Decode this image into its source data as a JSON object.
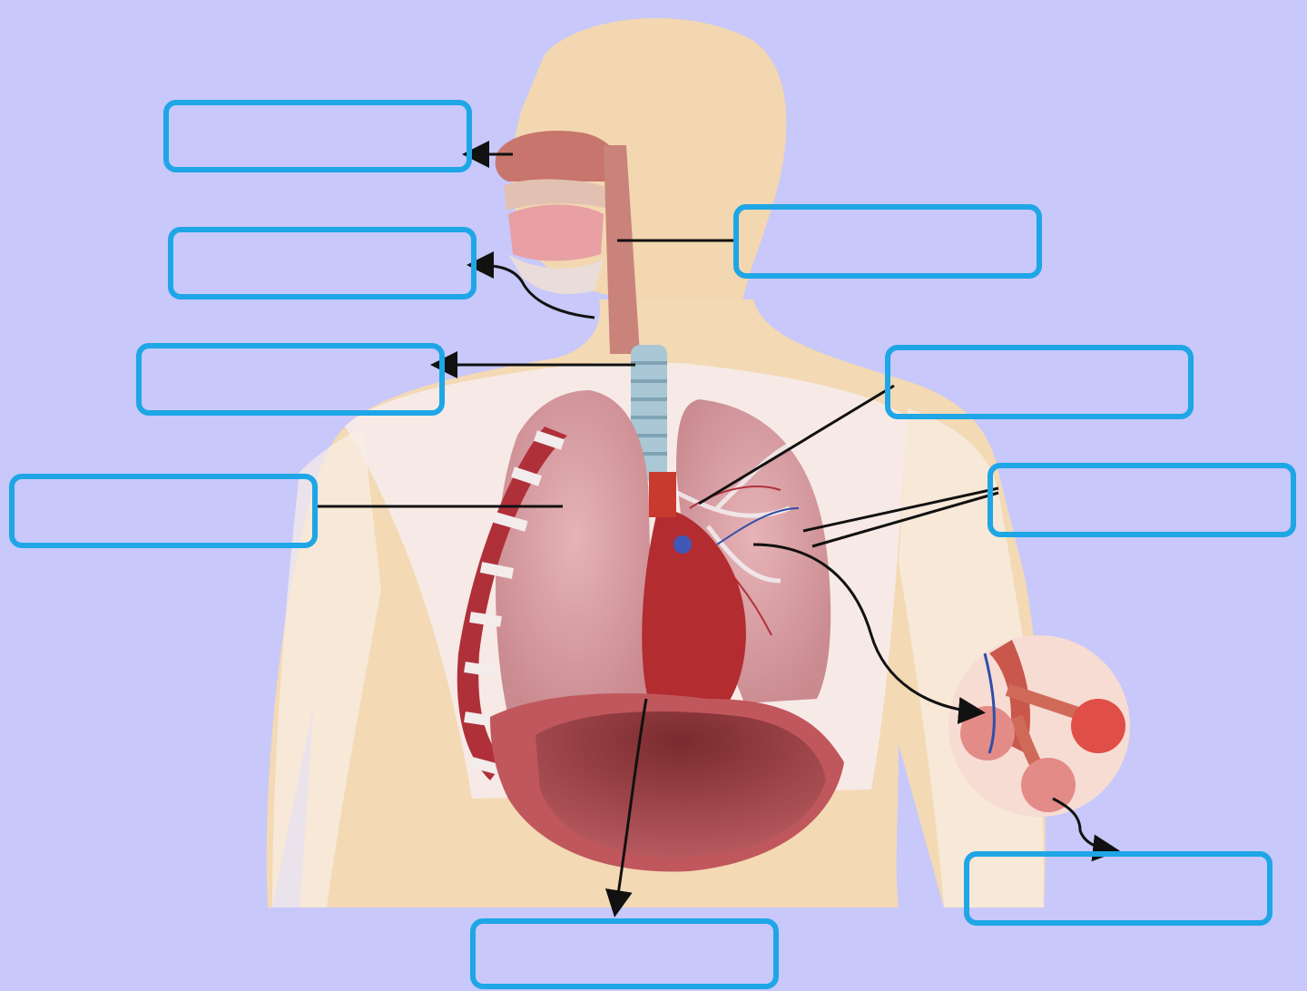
{
  "colors": {
    "background": "#c8c8fa",
    "label_border": "#1ea6e6",
    "skin": "#f2d7b0",
    "lung": "#d99aa0",
    "muscle": "#b0303a",
    "trachea": "#a9c7d4",
    "leader_line": "#111111"
  },
  "labels": [
    {
      "id": "nasal-cavity",
      "text": ""
    },
    {
      "id": "mouth",
      "text": ""
    },
    {
      "id": "trachea",
      "text": ""
    },
    {
      "id": "right-lung",
      "text": ""
    },
    {
      "id": "diaphragm",
      "text": ""
    },
    {
      "id": "pharynx",
      "text": ""
    },
    {
      "id": "bronchus",
      "text": ""
    },
    {
      "id": "bronchioles",
      "text": ""
    },
    {
      "id": "alveoli",
      "text": ""
    }
  ]
}
